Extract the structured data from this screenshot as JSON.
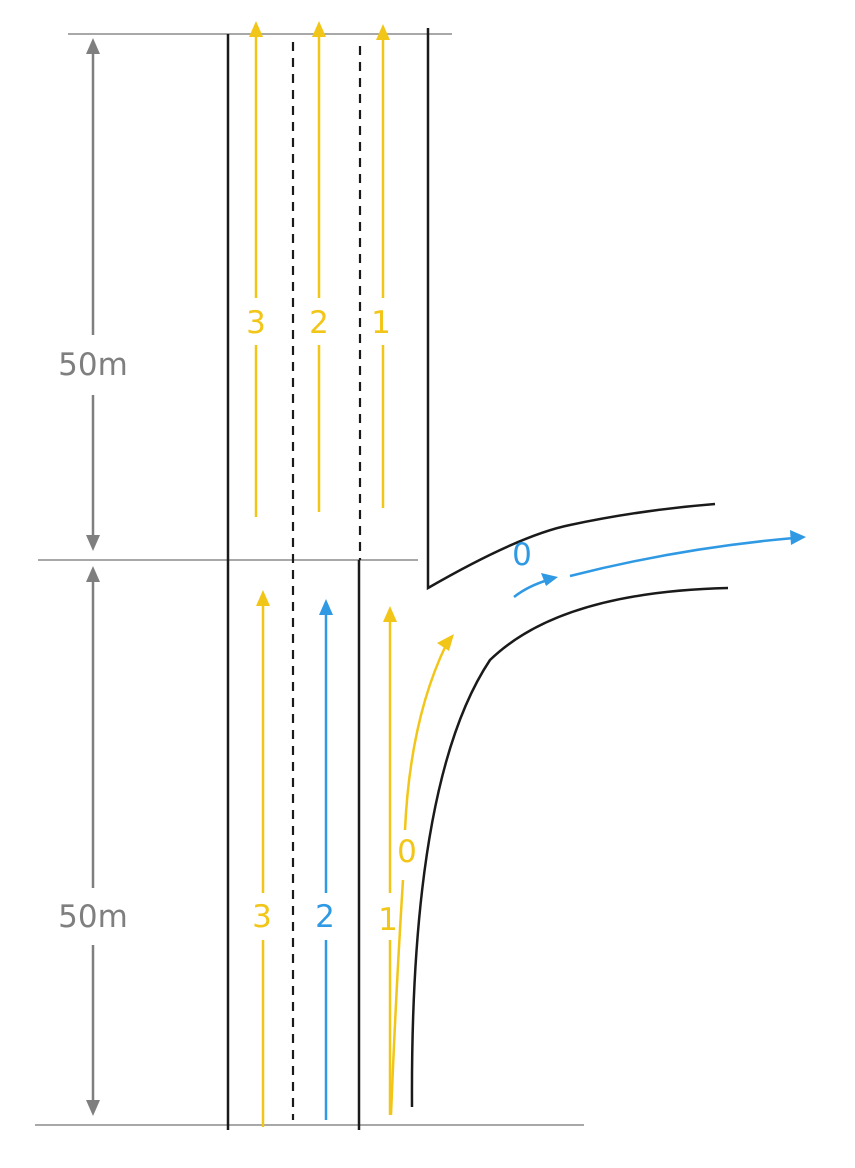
{
  "dimensions": {
    "upper_length_label": "50m",
    "lower_length_label": "50m"
  },
  "upper_section": {
    "lanes": [
      {
        "label": "3",
        "color": "#f2c618"
      },
      {
        "label": "2",
        "color": "#f2c618"
      },
      {
        "label": "1",
        "color": "#f2c618"
      }
    ]
  },
  "lower_section": {
    "lanes": [
      {
        "label": "3",
        "color": "#f2c618"
      },
      {
        "label": "2",
        "color": "#2f99e4"
      },
      {
        "label": "1",
        "color": "#f2c618"
      }
    ],
    "ramp_lane_label": "0",
    "ramp_lane_color": "#f2c618"
  },
  "exit_ramp": {
    "lane_label": "0",
    "color": "#2f99e4"
  },
  "colors": {
    "road_edge": "#1a1a1a",
    "reference_line": "#8c8c8c",
    "dimension": "#7f7f7f"
  }
}
